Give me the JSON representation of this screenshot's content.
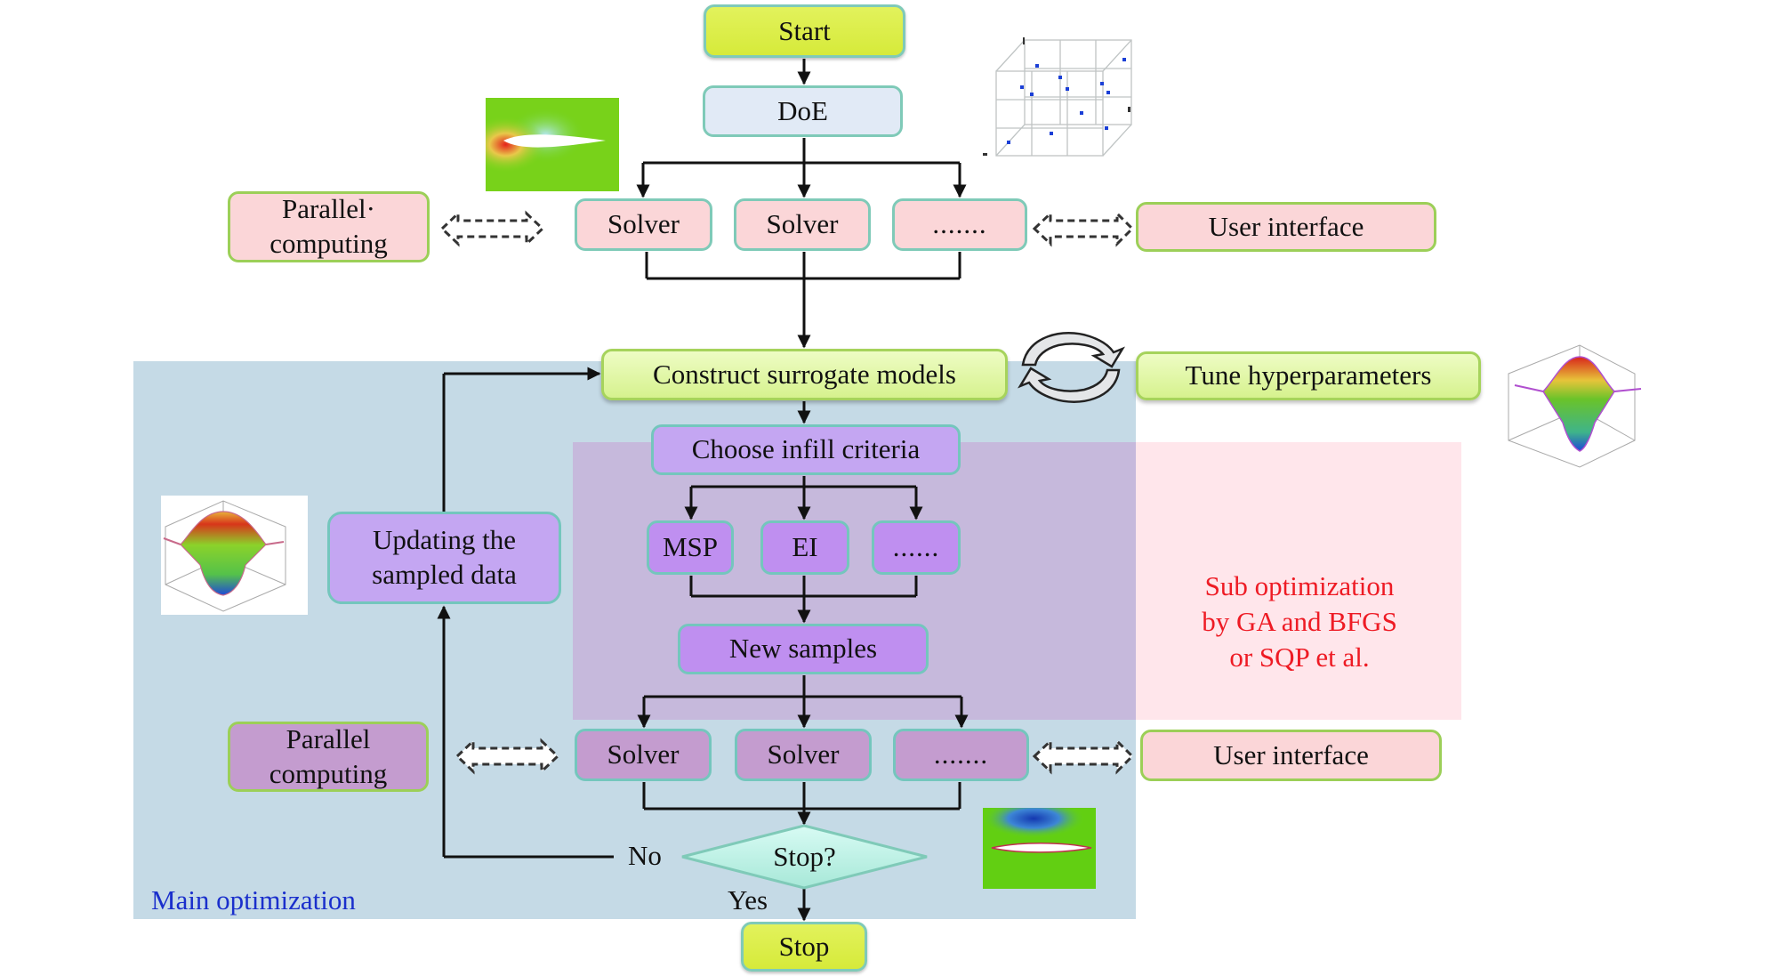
{
  "diagram": {
    "nodes": {
      "start": "Start",
      "doe": "DoE",
      "solver_top_1": "Solver",
      "solver_top_2": "Solver",
      "solver_top_more": ".......",
      "parallel_top": "Parallel·\ncomputing",
      "user_interface_top": "User interface",
      "construct": "Construct surrogate models",
      "tune": "Tune hyperparameters",
      "infill": "Choose infill criteria",
      "msp": "MSP",
      "ei": "EI",
      "infill_more": "......",
      "new_samples": "New samples",
      "updating": "Updating the\nsampled data",
      "parallel_bottom": "Parallel\ncomputing",
      "solver_bottom_1": "Solver",
      "solver_bottom_2": "Solver",
      "solver_bottom_more": ".......",
      "user_interface_bottom": "User interface",
      "stop_decision": "Stop?",
      "stop": "Stop"
    },
    "edge_labels": {
      "no": "No",
      "yes": "Yes"
    },
    "regions": {
      "main": "Main optimization",
      "sub": "Sub optimization\nby GA and BFGS\nor SQP et al."
    },
    "icons": {
      "top_left_image": "airfoil-pressure-contour",
      "top_right_image": "doe-sample-cube",
      "cycle": "cycle-arrows",
      "right_image": "surrogate-surface-plot",
      "left_image": "surrogate-surface-plot-updated",
      "bottom_image": "airfoil-optimized-contour",
      "bidirectional": "dashed-double-arrow"
    },
    "colors": {
      "main_region": "#c5dae6",
      "sub_region": "#fde3e7",
      "sub_text": "#ee1b24",
      "main_text": "#1a2fcc"
    }
  }
}
